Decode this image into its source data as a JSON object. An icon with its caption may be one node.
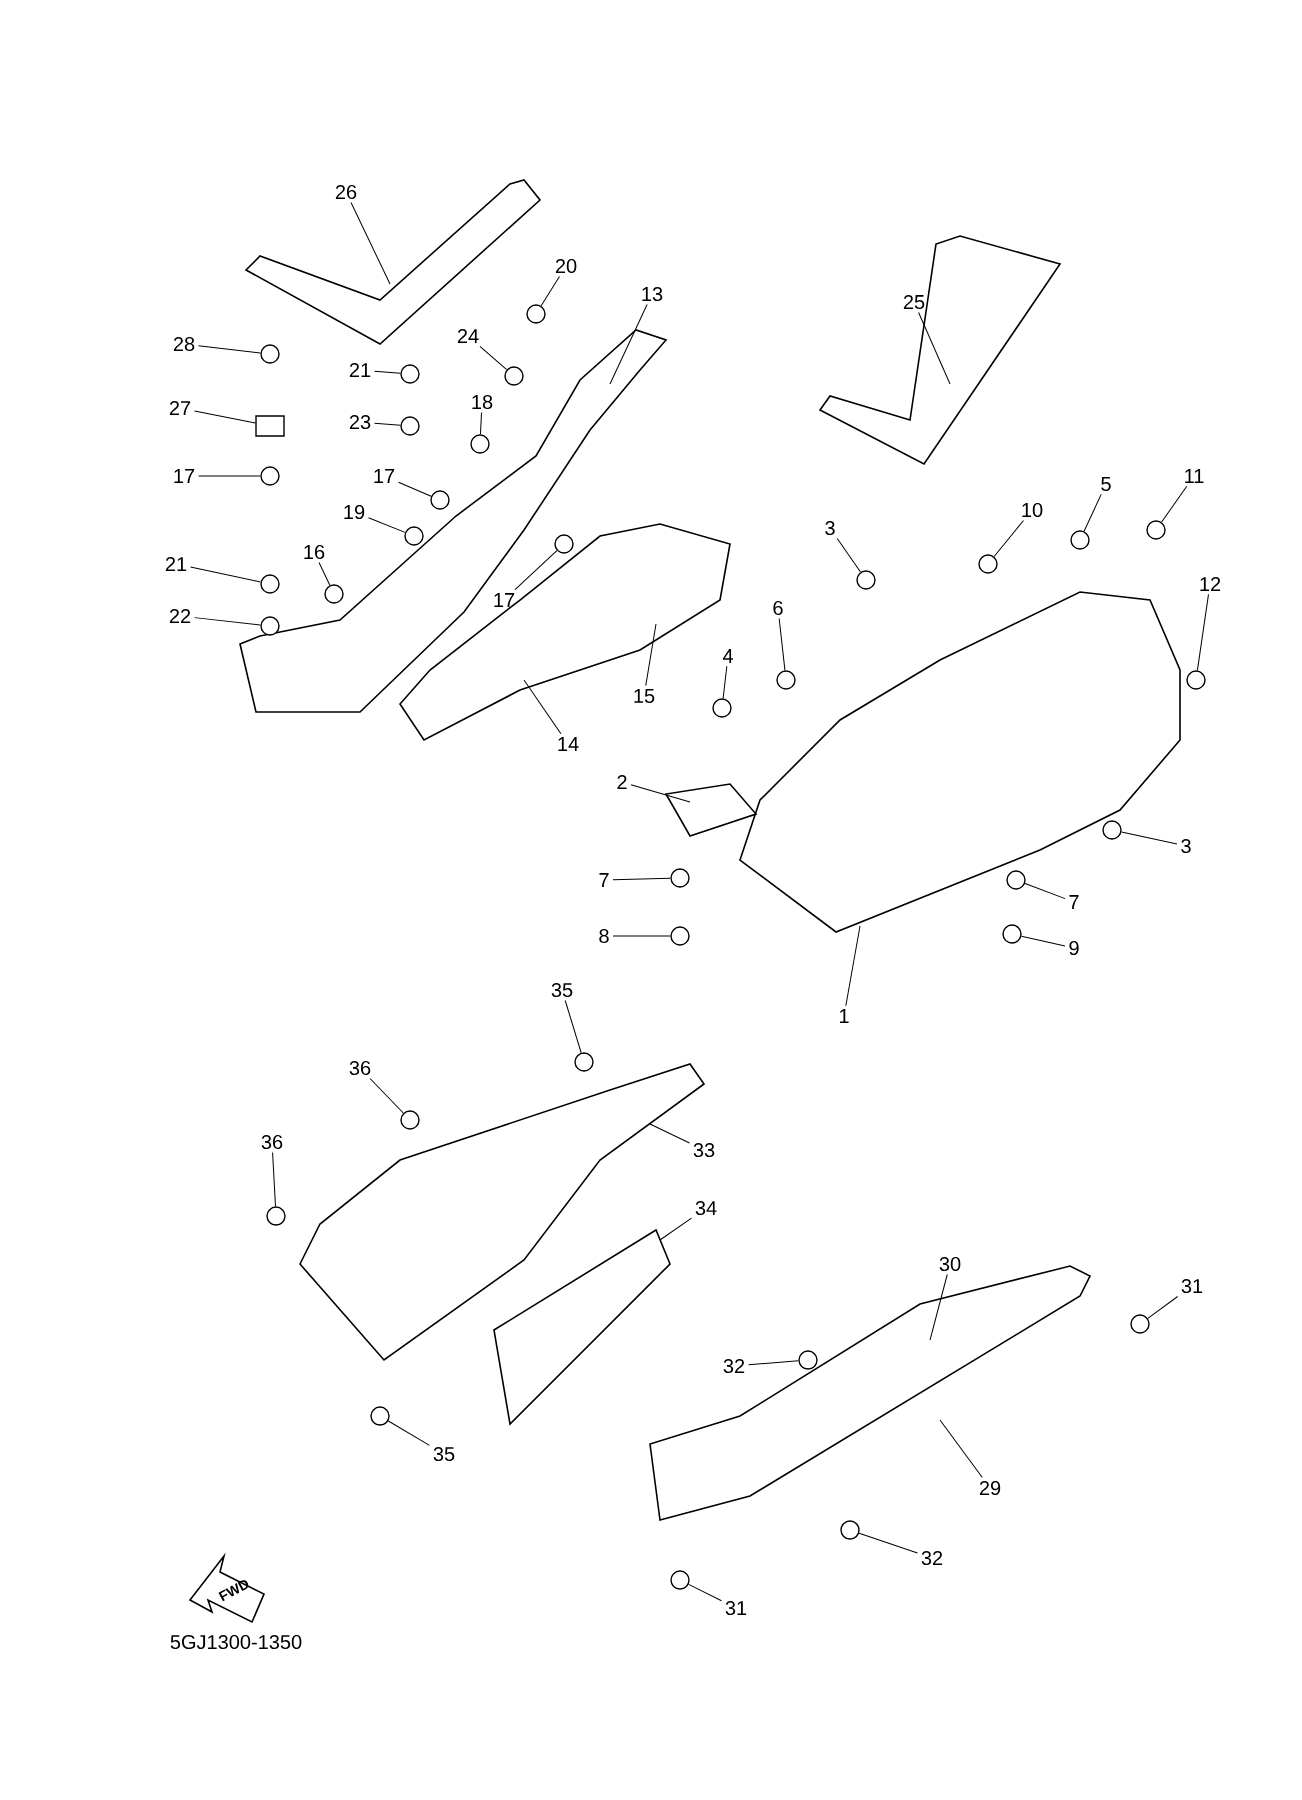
{
  "diagram": {
    "nodes": [
      {
        "text": [
          "26"
        ]
      },
      {
        "text": [
          "20"
        ]
      },
      {
        "text": [
          "13"
        ]
      },
      {
        "text": [
          "28"
        ]
      },
      {
        "text": [
          "21"
        ]
      },
      {
        "text": [
          "24"
        ]
      },
      {
        "text": [
          "23"
        ]
      },
      {
        "text": [
          "18"
        ]
      },
      {
        "text": [
          "27"
        ]
      },
      {
        "text": [
          "17"
        ]
      },
      {
        "text": [
          "17"
        ]
      },
      {
        "text": [
          "19"
        ]
      },
      {
        "text": [
          "17"
        ]
      },
      {
        "text": [
          "21"
        ]
      },
      {
        "text": [
          "16"
        ]
      },
      {
        "text": [
          "22"
        ]
      },
      {
        "text": [
          "14"
        ]
      },
      {
        "text": [
          "15"
        ]
      },
      {
        "text": [
          "25"
        ]
      },
      {
        "text": [
          "3"
        ]
      },
      {
        "text": [
          "10"
        ]
      },
      {
        "text": [
          "5"
        ]
      },
      {
        "text": [
          "11"
        ]
      },
      {
        "text": [
          "6"
        ]
      },
      {
        "text": [
          "4"
        ]
      },
      {
        "text": [
          "12"
        ]
      },
      {
        "text": [
          "2"
        ]
      },
      {
        "text": [
          "3"
        ]
      },
      {
        "text": [
          "7"
        ]
      },
      {
        "text": [
          "8"
        ]
      },
      {
        "text": [
          "7"
        ]
      },
      {
        "text": [
          "9"
        ]
      },
      {
        "text": [
          "1"
        ]
      },
      {
        "text": [
          "35"
        ]
      },
      {
        "text": [
          "36"
        ]
      },
      {
        "text": [
          "33"
        ]
      },
      {
        "text": [
          "36"
        ]
      },
      {
        "text": [
          "34"
        ]
      },
      {
        "text": [
          "30"
        ]
      },
      {
        "text": [
          "31"
        ]
      },
      {
        "text": [
          "32"
        ]
      },
      {
        "text": [
          "29"
        ]
      },
      {
        "text": [
          "32"
        ]
      },
      {
        "text": [
          "35"
        ]
      },
      {
        "text": [
          "31"
        ]
      },
      {
        "text": [],
        "shape": "picture"
      },
      {
        "text": [],
        "shape": "picture"
      },
      {
        "text": [],
        "shape": "picture"
      },
      {
        "text": [],
        "shape": "picture"
      },
      {
        "text": [],
        "shape": "picture"
      },
      {
        "text": [],
        "shape": "picture"
      },
      {
        "text": [],
        "shape": "picture"
      },
      {
        "text": [],
        "shape": "picture"
      },
      {
        "text": [],
        "shape": "picture"
      },
      {
        "text": [],
        "shape": "circle"
      },
      {
        "text": [],
        "shape": "circle"
      },
      {
        "text": [],
        "shape": "circle"
      },
      {
        "text": [],
        "shape": "circle"
      },
      {
        "text": [],
        "shape": "circle"
      },
      {
        "text": [],
        "shape": "circle"
      },
      {
        "text": [],
        "shape": "box"
      },
      {
        "text": [],
        "shape": "circle"
      },
      {
        "text": [],
        "shape": "circle"
      },
      {
        "text": [],
        "shape": "circle"
      },
      {
        "text": [],
        "shape": "circle"
      },
      {
        "text": [],
        "shape": "circle"
      },
      {
        "text": [],
        "shape": "circle"
      },
      {
        "text": [],
        "shape": "circle"
      },
      {
        "text": [],
        "shape": "circle"
      },
      {
        "text": [],
        "shape": "circle"
      },
      {
        "text": [],
        "shape": "circle"
      },
      {
        "text": [],
        "shape": "circle"
      },
      {
        "text": [],
        "shape": "circle"
      },
      {
        "text": [],
        "shape": "circle"
      },
      {
        "text": [],
        "shape": "circle"
      },
      {
        "text": [],
        "shape": "circle"
      },
      {
        "text": [],
        "shape": "circle"
      },
      {
        "text": [],
        "shape": "circle"
      },
      {
        "text": [],
        "shape": "circle"
      },
      {
        "text": [],
        "shape": "circle"
      },
      {
        "text": [],
        "shape": "circle"
      },
      {
        "text": [],
        "shape": "circle"
      },
      {
        "text": [],
        "shape": "circle"
      },
      {
        "text": [],
        "shape": "circle"
      },
      {
        "text": [],
        "shape": "circle"
      },
      {
        "text": [],
        "shape": "circle"
      },
      {
        "text": [],
        "shape": "circle"
      },
      {
        "text": [],
        "shape": "circle"
      }
    ],
    "edges": [
      {
        "from": 0,
        "to": 45,
        "arrow": "none"
      },
      {
        "from": 1,
        "to": 54,
        "arrow": "none"
      },
      {
        "from": 2,
        "to": 47,
        "arrow": "none"
      },
      {
        "from": 3,
        "to": 55,
        "arrow": "none"
      },
      {
        "from": 4,
        "to": 56,
        "arrow": "none"
      },
      {
        "from": 5,
        "to": 57,
        "arrow": "none"
      },
      {
        "from": 6,
        "to": 58,
        "arrow": "none"
      },
      {
        "from": 7,
        "to": 59,
        "arrow": "none"
      },
      {
        "from": 8,
        "to": 60,
        "arrow": "none"
      },
      {
        "from": 9,
        "to": 61,
        "arrow": "none"
      },
      {
        "from": 10,
        "to": 62,
        "arrow": "none"
      },
      {
        "from": 11,
        "to": 63,
        "arrow": "none"
      },
      {
        "from": 12,
        "to": 64,
        "arrow": "none"
      },
      {
        "from": 13,
        "to": 65,
        "arrow": "none"
      },
      {
        "from": 14,
        "to": 66,
        "arrow": "none"
      },
      {
        "from": 15,
        "to": 67,
        "arrow": "none"
      },
      {
        "from": 16,
        "to": 48,
        "arrow": "none"
      },
      {
        "from": 17,
        "to": 48,
        "arrow": "none"
      },
      {
        "from": 18,
        "to": 46,
        "arrow": "none"
      },
      {
        "from": 19,
        "to": 68,
        "arrow": "none"
      },
      {
        "from": 20,
        "to": 69,
        "arrow": "none"
      },
      {
        "from": 21,
        "to": 70,
        "arrow": "none"
      },
      {
        "from": 22,
        "to": 71,
        "arrow": "none"
      },
      {
        "from": 23,
        "to": 72,
        "arrow": "none"
      },
      {
        "from": 24,
        "to": 73,
        "arrow": "none"
      },
      {
        "from": 25,
        "to": 74,
        "arrow": "none"
      },
      {
        "from": 26,
        "to": 50,
        "arrow": "none"
      },
      {
        "from": 27,
        "to": 75,
        "arrow": "none"
      },
      {
        "from": 28,
        "to": 76,
        "arrow": "none"
      },
      {
        "from": 29,
        "to": 77,
        "arrow": "none"
      },
      {
        "from": 30,
        "to": 78,
        "arrow": "none"
      },
      {
        "from": 31,
        "to": 79,
        "arrow": "none"
      },
      {
        "from": 32,
        "to": 49,
        "arrow": "none"
      },
      {
        "from": 33,
        "to": 80,
        "arrow": "none"
      },
      {
        "from": 34,
        "to": 81,
        "arrow": "none"
      },
      {
        "from": 35,
        "to": 51,
        "arrow": "none"
      },
      {
        "from": 36,
        "to": 82,
        "arrow": "none"
      },
      {
        "from": 37,
        "to": 52,
        "arrow": "none"
      },
      {
        "from": 38,
        "to": 53,
        "arrow": "none"
      },
      {
        "from": 39,
        "to": 83,
        "arrow": "none"
      },
      {
        "from": 40,
        "to": 84,
        "arrow": "none"
      },
      {
        "from": 41,
        "to": 53,
        "arrow": "none"
      },
      {
        "from": 42,
        "to": 85,
        "arrow": "none"
      },
      {
        "from": 43,
        "to": 86,
        "arrow": "none"
      },
      {
        "from": 44,
        "to": 87,
        "arrow": "none"
      }
    ],
    "labels": [
      "FWD",
      "5GJ1300-1350"
    ]
  }
}
